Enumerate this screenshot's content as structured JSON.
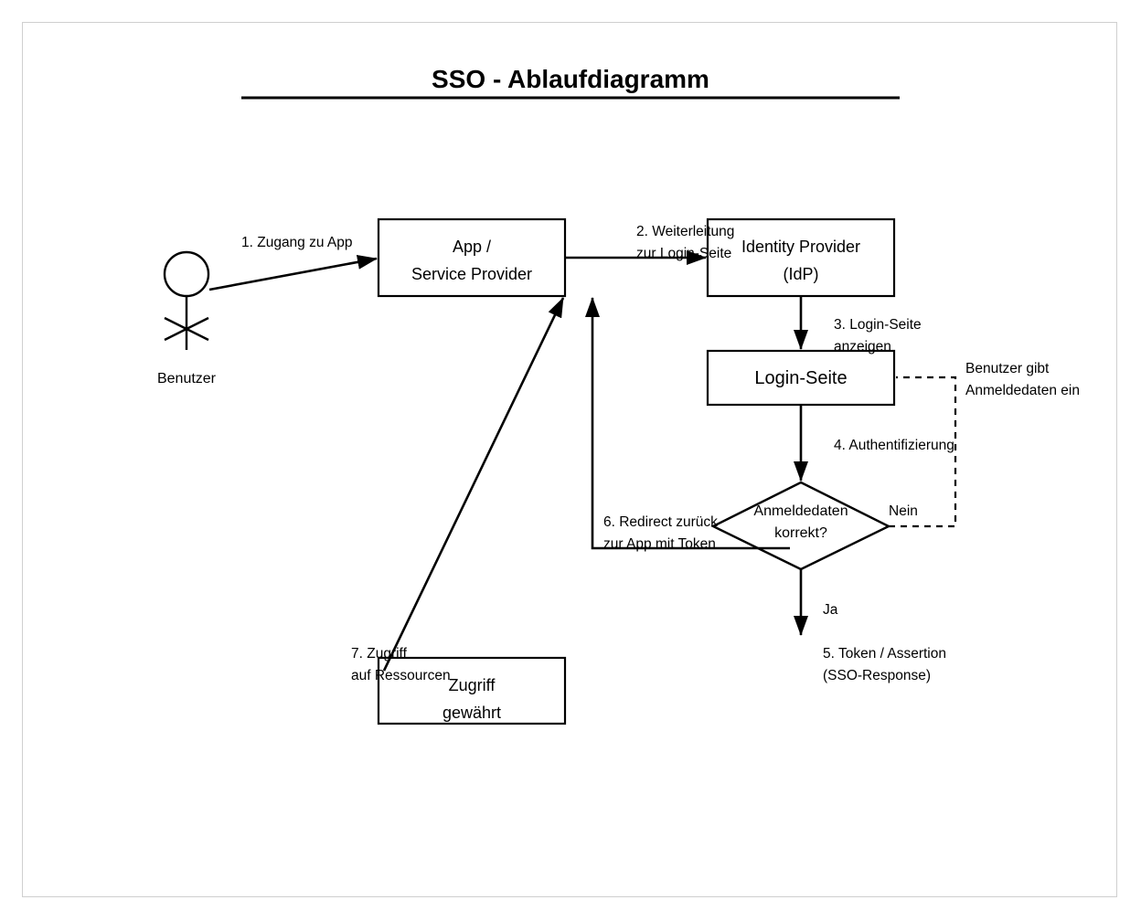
{
  "diagram": {
    "title": "SSO - Ablaufdiagramm",
    "actor": {
      "label": "Benutzer",
      "icon": "stick-figure-icon"
    },
    "nodes": {
      "app": {
        "line1": "App /",
        "line2": "Service Provider"
      },
      "idp": {
        "line1": "Identity Provider",
        "line2": "(IdP)"
      },
      "login": {
        "label": "Login-Seite"
      },
      "decision": {
        "line1": "Anmeldedaten",
        "line2": "korrekt?"
      },
      "granted": {
        "line1": "Zugriff",
        "line2": "gewährt"
      }
    },
    "edges": {
      "e1": {
        "label": "1. Zugang zu App"
      },
      "e2": {
        "line1": "2. Weiterleitung",
        "line2": "zur Login-Seite"
      },
      "e3": {
        "line1": "3. Login-Seite",
        "line2": "anzeigen"
      },
      "e4": {
        "label": "4. Authentifizierung"
      },
      "e5": {
        "line1": "5. Token / Assertion",
        "line2": "(SSO-Response)"
      },
      "e6": {
        "line1": "6. Redirect zurück",
        "line2": "zur App mit Token"
      },
      "e7": {
        "line1": "7. Zugriff",
        "line2": "auf Ressourcen"
      },
      "yes": {
        "label": "Ja"
      },
      "no": {
        "label": "Nein"
      },
      "retry": {
        "line1": "Benutzer gibt",
        "line2": "Anmeldedaten ein"
      }
    }
  }
}
